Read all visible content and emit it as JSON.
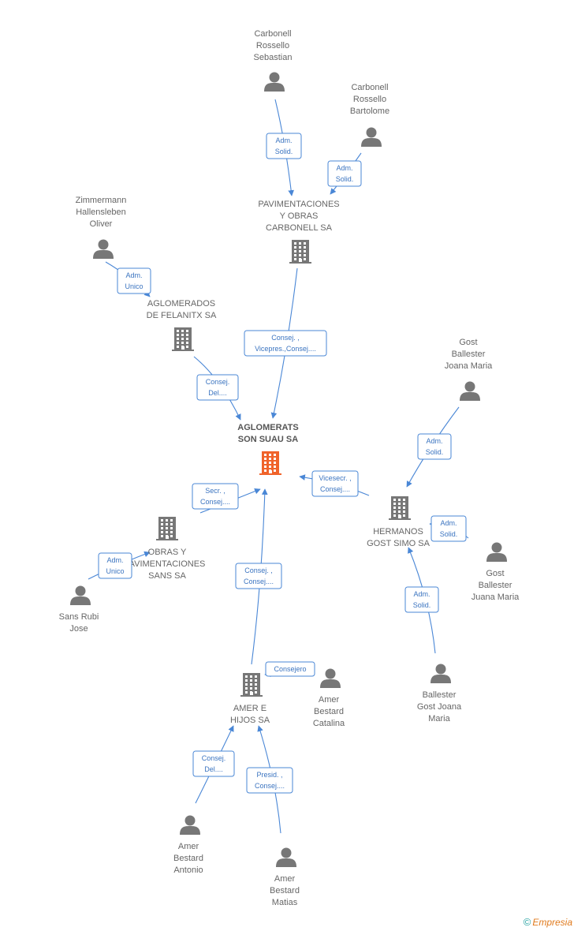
{
  "colors": {
    "link": "#4a87d6",
    "node": "#777777",
    "focus": "#f0632a",
    "text": "#666666"
  },
  "nodes": [
    {
      "id": "carbonell_sebastian",
      "kind": "person",
      "lines": [
        "Carbonell",
        "Rossello",
        "Sebastian"
      ]
    },
    {
      "id": "carbonell_bartolome",
      "kind": "person",
      "lines": [
        "Carbonell",
        "Rossello",
        "Bartolome"
      ]
    },
    {
      "id": "pavimentaciones",
      "kind": "company",
      "lines": [
        "PAVIMENTACIONES",
        "Y OBRAS",
        "CARBONELL SA"
      ]
    },
    {
      "id": "zimmermann",
      "kind": "person",
      "lines": [
        "Zimmermann",
        "Hallensleben",
        "Oliver"
      ]
    },
    {
      "id": "aglomerados",
      "kind": "company",
      "lines": [
        "AGLOMERADOS",
        "DE FELANITX SA"
      ]
    },
    {
      "id": "aglomerats",
      "kind": "focus",
      "lines": [
        "AGLOMERATS",
        "SON SUAU SA"
      ]
    },
    {
      "id": "gost_top",
      "kind": "person",
      "lines": [
        "Gost",
        "Ballester",
        "Joana Maria"
      ]
    },
    {
      "id": "hermanos",
      "kind": "company",
      "lines": [
        "HERMANOS",
        "GOST SIMO SA"
      ]
    },
    {
      "id": "gost_right",
      "kind": "person",
      "lines": [
        "Gost",
        "Ballester",
        "Juana Maria"
      ]
    },
    {
      "id": "obras",
      "kind": "company",
      "lines": [
        "OBRAS Y",
        "AVIMENTACIONES",
        "SANS SA"
      ]
    },
    {
      "id": "sans_rubi",
      "kind": "person",
      "lines": [
        "Sans Rubi",
        "Jose"
      ]
    },
    {
      "id": "ballester_gost",
      "kind": "person",
      "lines": [
        "Ballester",
        "Gost Joana",
        "Maria"
      ]
    },
    {
      "id": "amer_hijos",
      "kind": "company",
      "lines": [
        "AMER E",
        "HIJOS SA"
      ]
    },
    {
      "id": "amer_catalina",
      "kind": "person",
      "lines": [
        "Amer",
        "Bestard",
        "Catalina"
      ]
    },
    {
      "id": "amer_antonio",
      "kind": "person",
      "lines": [
        "Amer",
        "Bestard",
        "Antonio"
      ]
    },
    {
      "id": "amer_matias",
      "kind": "person",
      "lines": [
        "Amer",
        "Bestard",
        "Matias"
      ]
    }
  ],
  "edges": [
    {
      "from": "carbonell_sebastian",
      "to": "pavimentaciones",
      "label": [
        "Adm.",
        "Solid."
      ]
    },
    {
      "from": "carbonell_bartolome",
      "to": "pavimentaciones",
      "label": [
        "Adm.",
        "Solid."
      ]
    },
    {
      "from": "zimmermann",
      "to": "aglomerados",
      "label": [
        "Adm.",
        "Unico"
      ]
    },
    {
      "from": "pavimentaciones",
      "to": "aglomerats",
      "label": [
        "Consej. ,",
        "Vicepres.,Consej...."
      ]
    },
    {
      "from": "aglomerados",
      "to": "aglomerats",
      "label": [
        "Consej.",
        "Del...."
      ]
    },
    {
      "from": "gost_top",
      "to": "hermanos",
      "label": [
        "Adm.",
        "Solid."
      ]
    },
    {
      "from": "hermanos",
      "to": "aglomerats",
      "label": [
        "Vicesecr. ,",
        "Consej...."
      ]
    },
    {
      "from": "gost_right",
      "to": "hermanos",
      "label": [
        "Adm.",
        "Solid."
      ]
    },
    {
      "from": "ballester_gost",
      "to": "hermanos",
      "label": [
        "Adm.",
        "Solid."
      ]
    },
    {
      "from": "obras",
      "to": "aglomerats",
      "label": [
        "Secr. ,",
        "Consej...."
      ]
    },
    {
      "from": "sans_rubi",
      "to": "obras",
      "label": [
        "Adm.",
        "Unico"
      ]
    },
    {
      "from": "amer_hijos",
      "to": "aglomerats",
      "label": [
        "Consej. ,",
        "Consej...."
      ]
    },
    {
      "from": "amer_catalina",
      "to": "amer_hijos",
      "label": [
        "Consejero"
      ]
    },
    {
      "from": "amer_antonio",
      "to": "amer_hijos",
      "label": [
        "Consej.",
        "Del...."
      ]
    },
    {
      "from": "amer_matias",
      "to": "amer_hijos",
      "label": [
        "Presid. ,",
        "Consej...."
      ]
    }
  ],
  "footer": {
    "copyright": "©",
    "brand": "Empresia"
  }
}
